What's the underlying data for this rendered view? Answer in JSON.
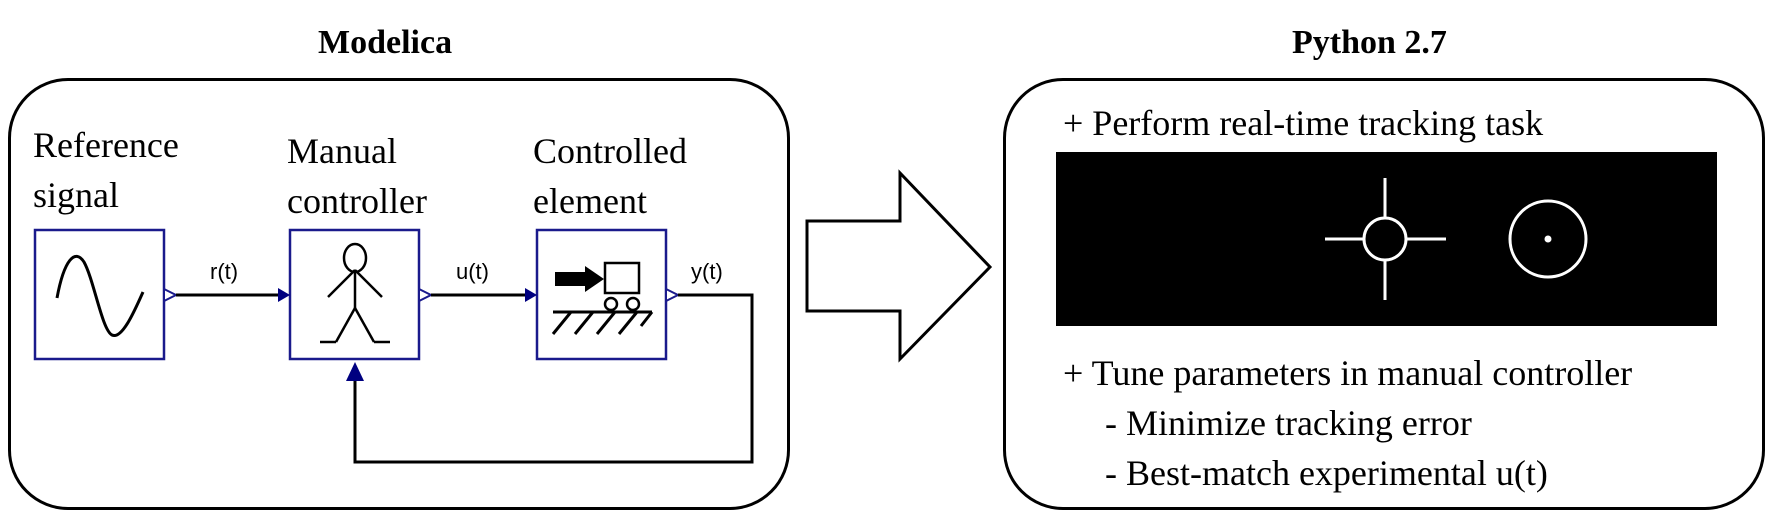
{
  "left": {
    "title": "Modelica",
    "blocks": {
      "reference": {
        "line1": "Reference",
        "line2": "signal"
      },
      "controller": {
        "line1": "Manual",
        "line2": "controller"
      },
      "element": {
        "line1": "Controlled",
        "line2": "element"
      }
    },
    "signals": {
      "r": "r(t)",
      "u": "u(t)",
      "y": "y(t)"
    }
  },
  "right": {
    "title": "Python 2.7",
    "task": "+ Perform real-time tracking task",
    "tune": "+ Tune parameters in manual controller",
    "bullets": [
      "- Minimize tracking error",
      "- Best-match experimental u(t)"
    ]
  },
  "colors": {
    "block_border": "#1a1a8c",
    "arrow": "#000080",
    "display_bg": "#000000",
    "display_fg": "#ffffff"
  }
}
